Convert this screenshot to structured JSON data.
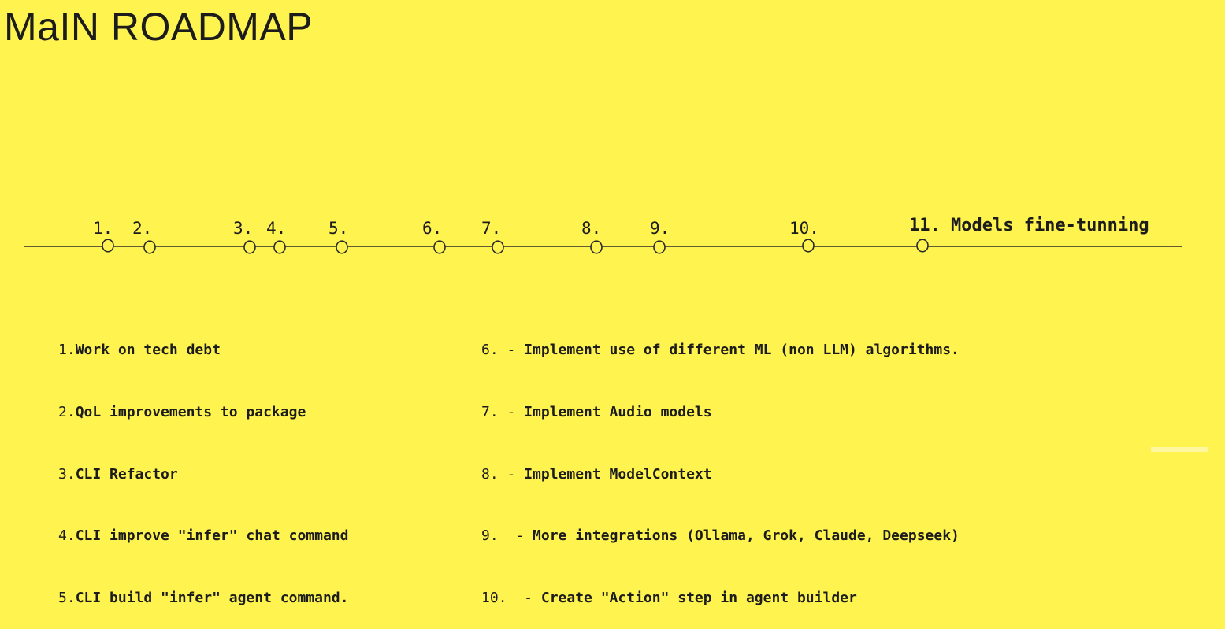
{
  "title": "MaIN ROADMAP",
  "timeline": {
    "milestones": [
      {
        "label": "1.",
        "final": false
      },
      {
        "label": "2.",
        "final": false
      },
      {
        "label": "3.",
        "final": false
      },
      {
        "label": "4.",
        "final": false
      },
      {
        "label": "5.",
        "final": false
      },
      {
        "label": "6.",
        "final": false
      },
      {
        "label": "7.",
        "final": false
      },
      {
        "label": "8.",
        "final": false
      },
      {
        "label": "9.",
        "final": false
      },
      {
        "label": "10.",
        "final": false
      },
      {
        "label": "11. Models fine-tunning",
        "final": true
      }
    ]
  },
  "legend": {
    "left": [
      {
        "num": "1.",
        "text": "Work on tech debt"
      },
      {
        "num": "2.",
        "text": "QoL improvements to package"
      },
      {
        "num": "3.",
        "text": "CLI Refactor"
      },
      {
        "num": "4.",
        "text": "CLI improve \"infer\" chat command"
      },
      {
        "num": "5.",
        "text": "CLI build \"infer\" agent command."
      }
    ],
    "right": [
      {
        "num": "6. - ",
        "text": "Implement use of different ML (non LLM) algorithms."
      },
      {
        "num": "7. - ",
        "text": "Implement Audio models"
      },
      {
        "num": "8. - ",
        "text": "Implement ModelContext"
      },
      {
        "num": "9.  - ",
        "text": "More integrations (Ollama, Grok, Claude, Deepseek)"
      },
      {
        "num": "10.  - ",
        "text": "Create \"Action\" step in agent builder"
      }
    ]
  }
}
